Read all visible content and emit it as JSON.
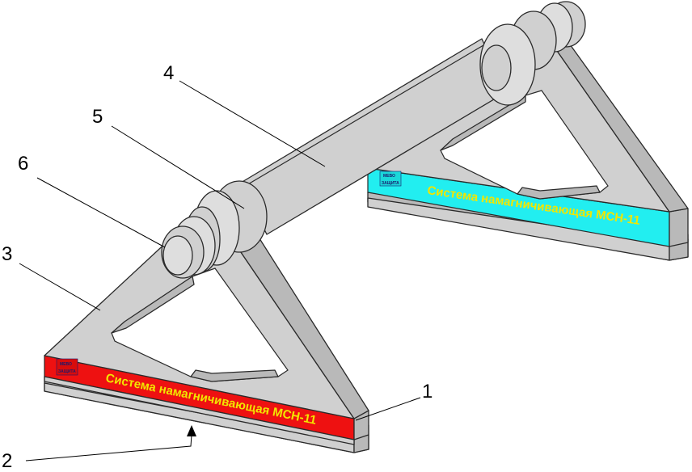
{
  "diagram": {
    "callouts": [
      "1",
      "2",
      "3",
      "4",
      "5",
      "6"
    ],
    "plate_label_front": "Система намагничивающая МСН-11",
    "plate_label_back": "Система намагничивающая МСН-11",
    "logo_lines": [
      "МЕВО",
      "ЗАЩИТА"
    ],
    "colors": {
      "front_plate": "#ee1111",
      "back_plate": "#22eef0",
      "steel": "#d0d0d0",
      "label_text": "#f2e600"
    }
  }
}
